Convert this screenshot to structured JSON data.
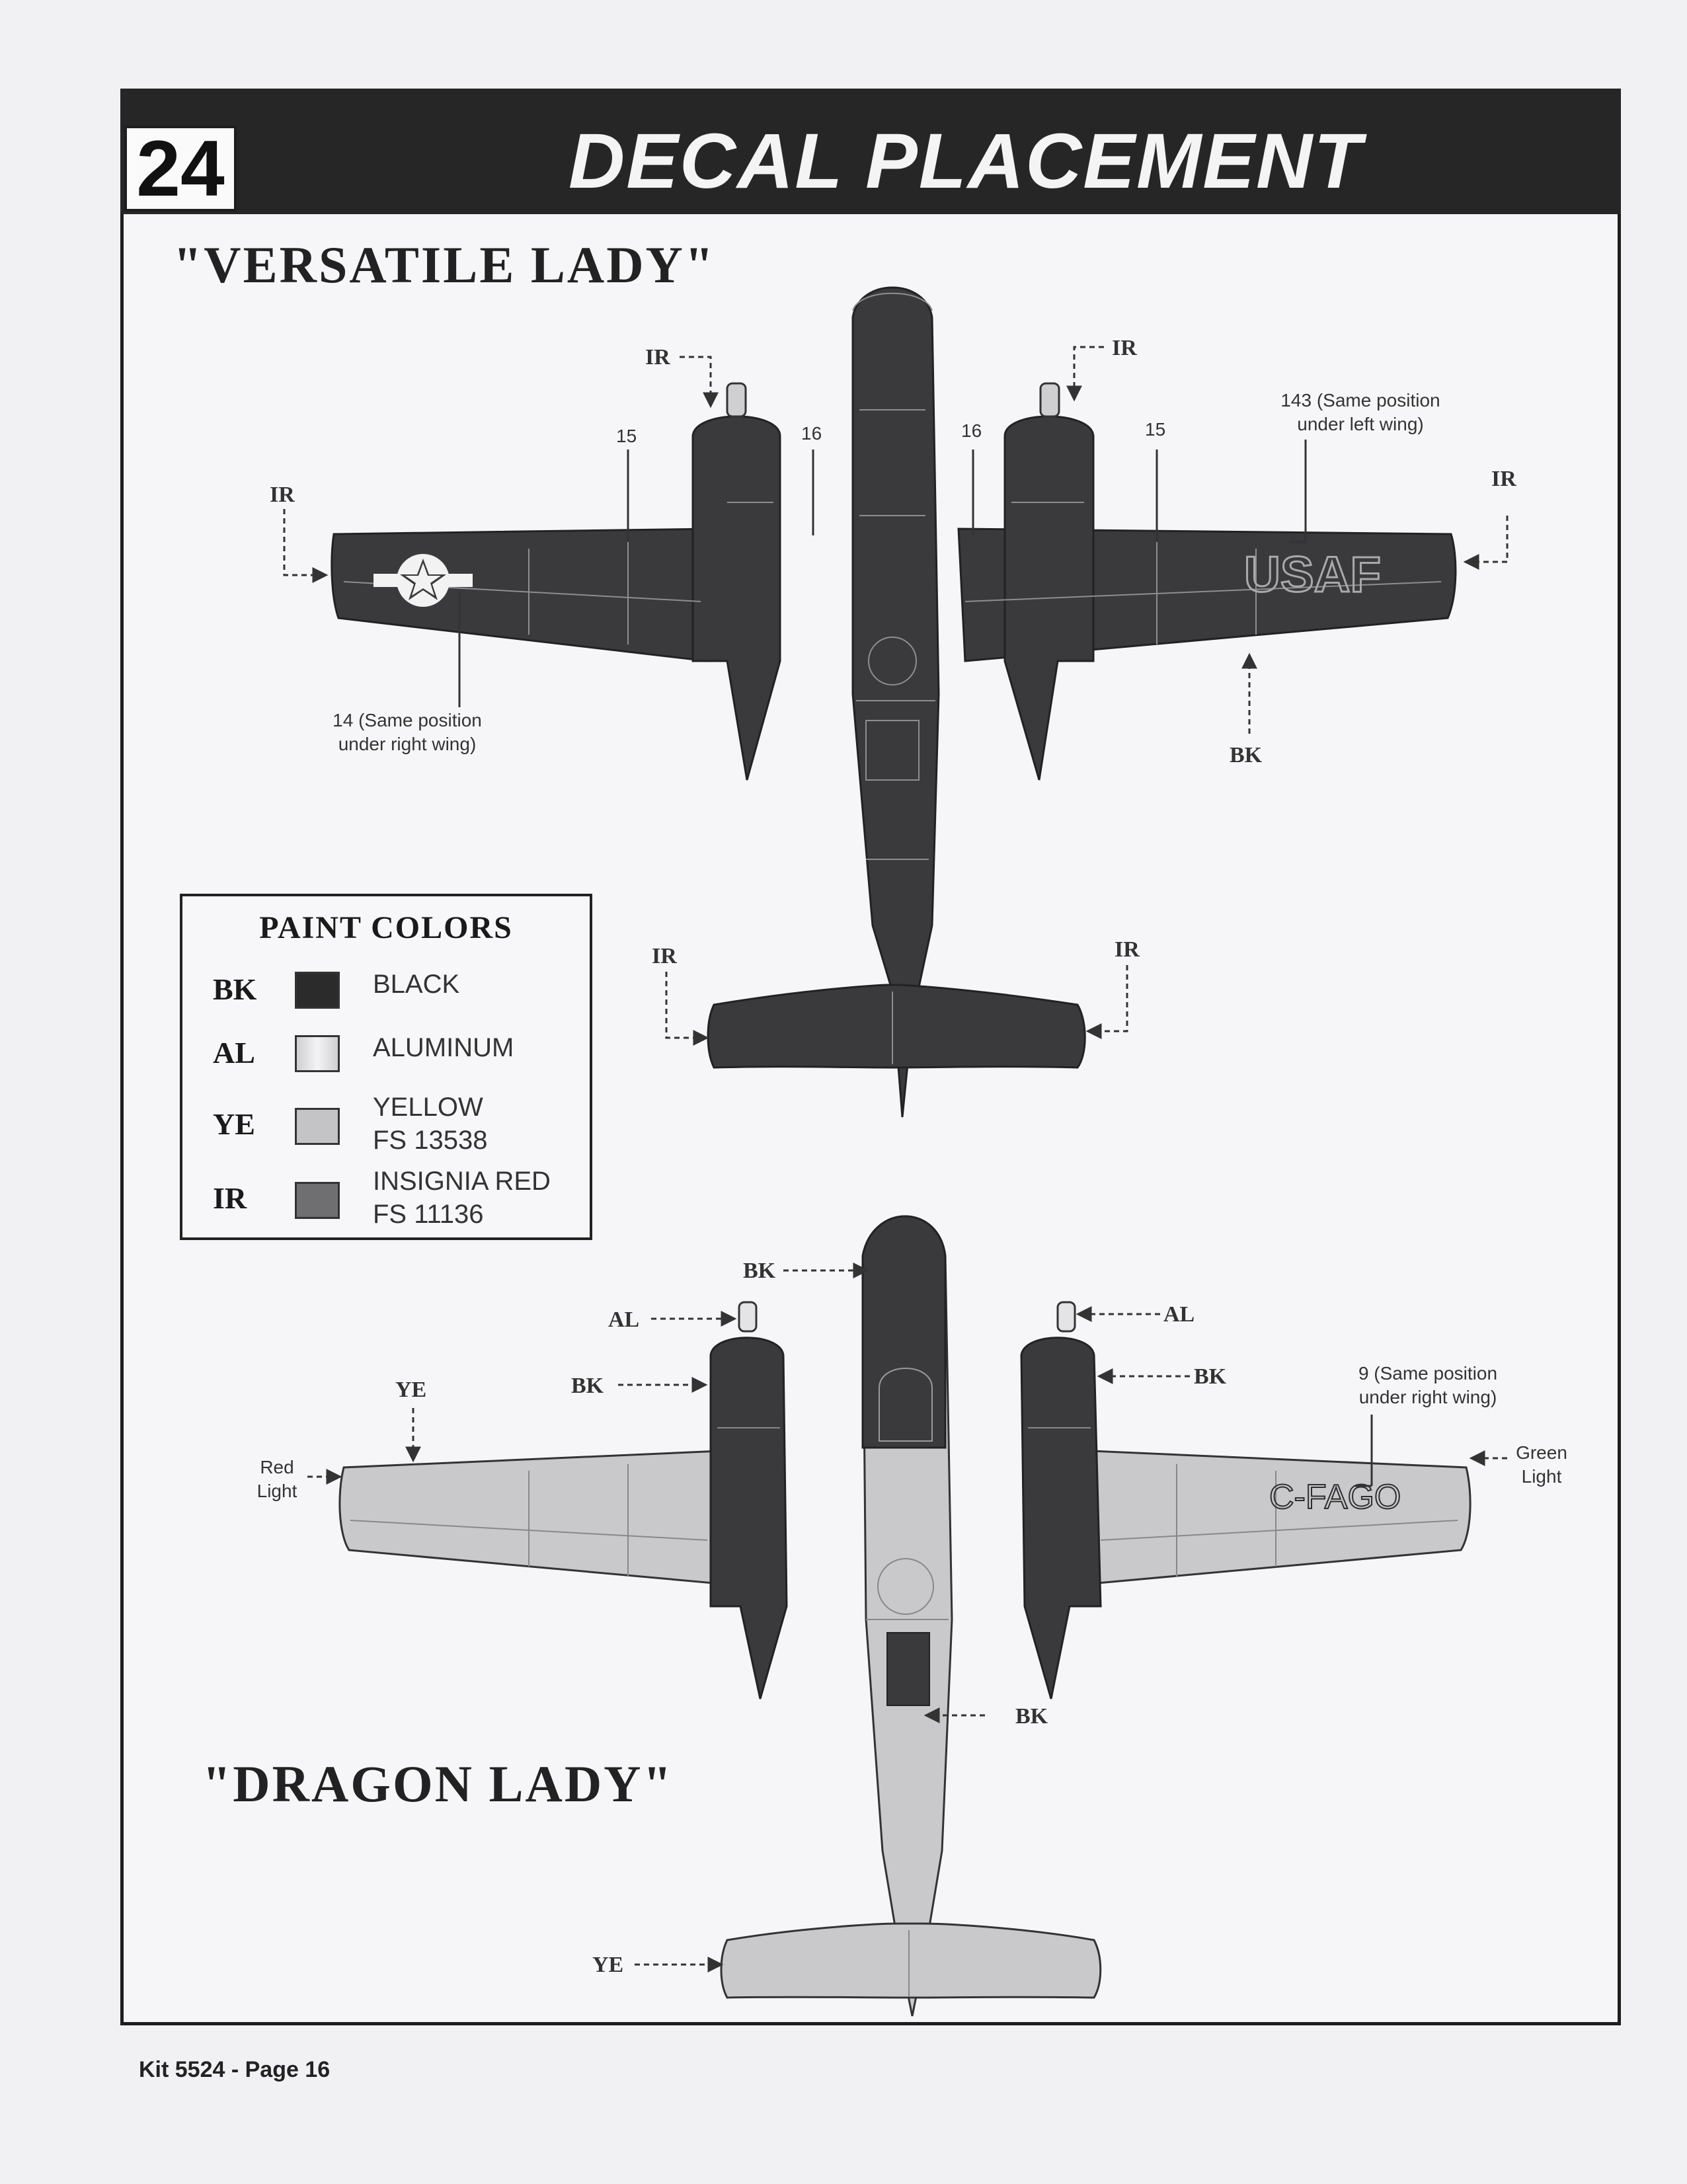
{
  "header": {
    "step_number": "24",
    "title": "DECAL PLACEMENT"
  },
  "schemes": {
    "versatile_lady": {
      "title": "\"VERSATILE LADY\"",
      "marking": "USAF",
      "callouts": {
        "ir": "IR",
        "bk": "BK",
        "n15": "15",
        "n16": "16"
      },
      "notes": {
        "decal_143": "143 (Same position under left wing)",
        "decal_14": "14 (Same position under right wing)"
      }
    },
    "dragon_lady": {
      "title": "\"DRAGON LADY\"",
      "registration": "C-FAGO",
      "callouts": {
        "bk": "BK",
        "al": "AL",
        "ye": "YE"
      },
      "notes": {
        "decal_9": "9 (Same position under right wing)",
        "red_light": "Red Light",
        "green_light": "Green Light"
      }
    }
  },
  "legend": {
    "title": "PAINT COLORS",
    "rows": [
      {
        "code": "BK",
        "name": "BLACK",
        "name2": "",
        "color": "#2b2b2b"
      },
      {
        "code": "AL",
        "name": "ALUMINUM",
        "name2": "",
        "color": "#e0e0e2"
      },
      {
        "code": "YE",
        "name": "YELLOW",
        "name2": "FS 13538",
        "color": "#c4c4c6"
      },
      {
        "code": "IR",
        "name": "INSIGNIA RED",
        "name2": "FS 11136",
        "color": "#6f6f71"
      }
    ]
  },
  "footer": {
    "text": "Kit 5524 - Page 16"
  },
  "colors": {
    "dark_scheme": "#3a3a3c",
    "light_scheme": "#c9c9cb",
    "frame": "#1e1e1e"
  }
}
